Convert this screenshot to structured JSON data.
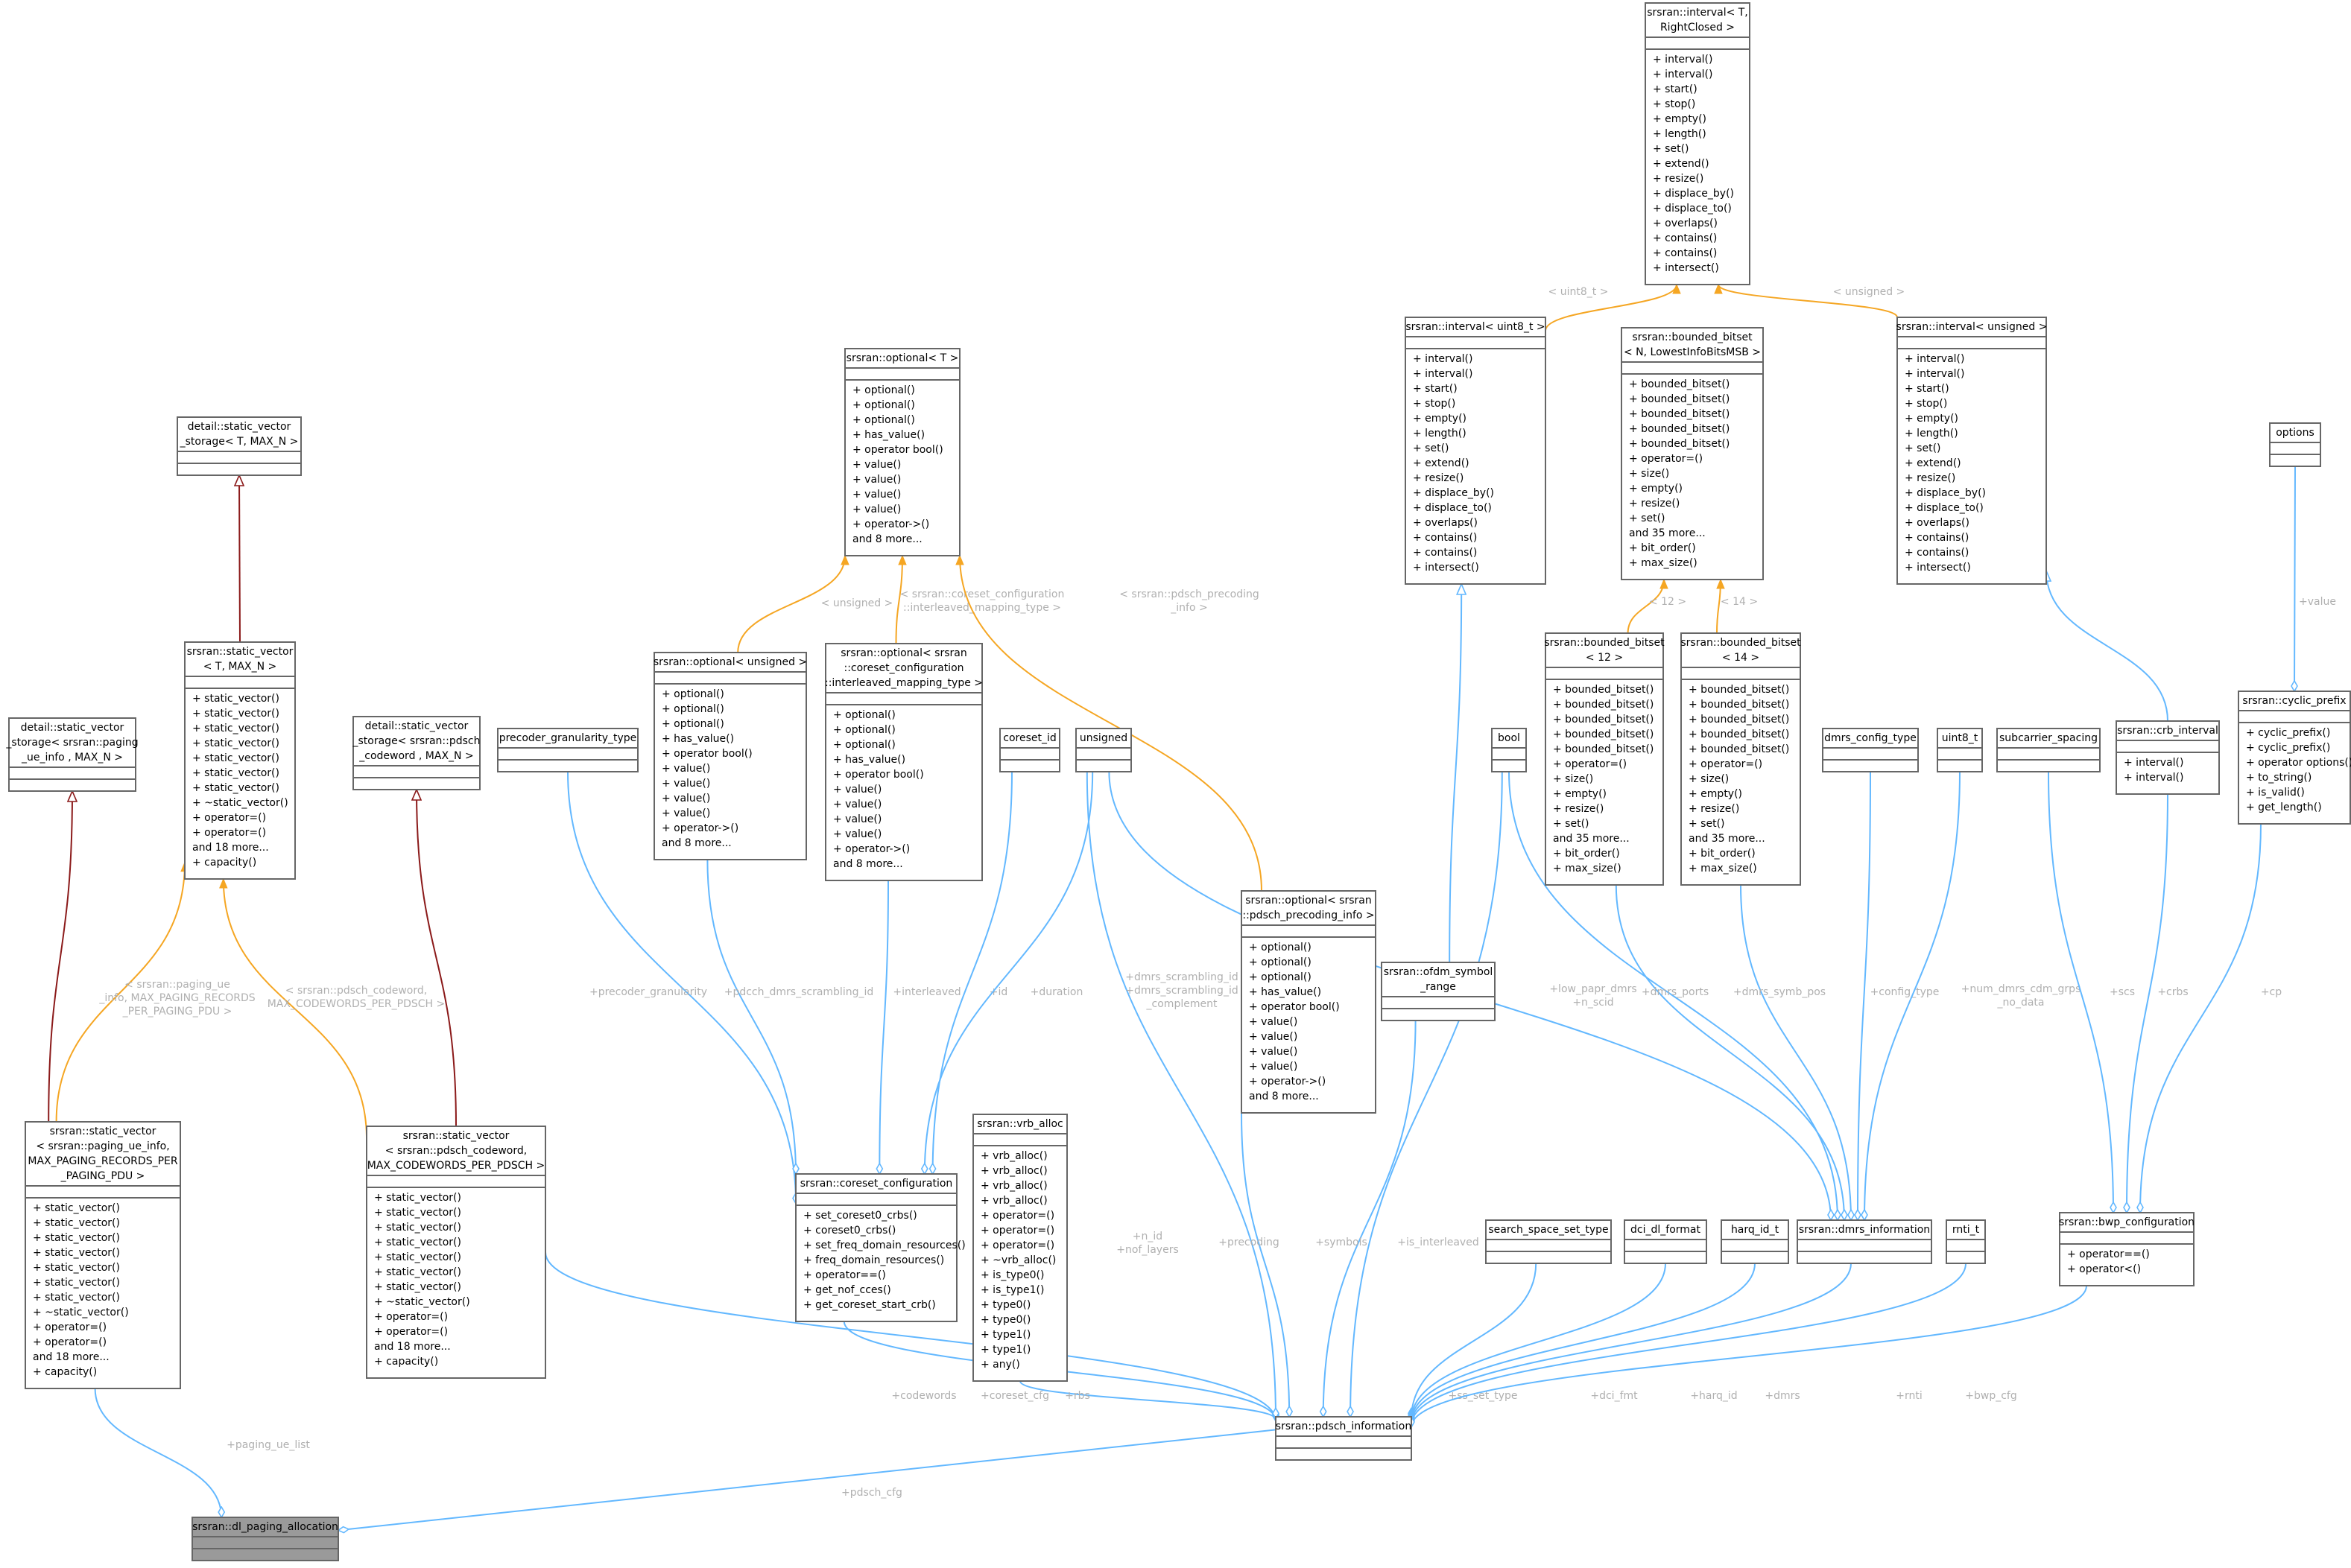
{
  "colors": {
    "association": "#63b8ff",
    "template": "#f5a623",
    "inheritance": "#8b1a1a",
    "label": "#b0b0b0",
    "focus_fill": "#9a9a9a"
  },
  "nodes": [
    {
      "id": "dl_paging",
      "title": [
        "srsran::dl_paging_allocation"
      ],
      "attrs": [],
      "methods": [],
      "focus": true
    },
    {
      "id": "pdsch_info",
      "title": [
        "srsran::pdsch_information"
      ],
      "attrs": [],
      "methods": []
    },
    {
      "id": "sv_paging",
      "title": [
        "srsran::static_vector",
        "< srsran::paging_ue_info,",
        " MAX_PAGING_RECORDS_PER",
        "_PAGING_PDU >"
      ],
      "attrs": [],
      "methods": [
        "+ static_vector()",
        "+ static_vector()",
        "+ static_vector()",
        "+ static_vector()",
        "+ static_vector()",
        "+ static_vector()",
        "+ static_vector()",
        "+ ~static_vector()",
        "+ operator=()",
        "+ operator=()",
        "and 18 more...",
        "+ capacity()"
      ]
    },
    {
      "id": "sv_storage_paging",
      "title": [
        "detail::static_vector",
        "_storage< srsran::paging",
        "_ue_info , MAX_N >"
      ],
      "attrs": [],
      "methods": []
    },
    {
      "id": "sv_T",
      "title": [
        "srsran::static_vector",
        "< T, MAX_N >"
      ],
      "attrs": [],
      "methods": [
        "+ static_vector()",
        "+ static_vector()",
        "+ static_vector()",
        "+ static_vector()",
        "+ static_vector()",
        "+ static_vector()",
        "+ static_vector()",
        "+ ~static_vector()",
        "+ operator=()",
        "+ operator=()",
        "and 18 more...",
        "+ capacity()"
      ]
    },
    {
      "id": "sv_storage_T",
      "title": [
        "detail::static_vector",
        "_storage< T, MAX_N >"
      ],
      "attrs": [],
      "methods": []
    },
    {
      "id": "sv_storage_cw",
      "title": [
        "detail::static_vector",
        "_storage< srsran::pdsch",
        "_codeword , MAX_N >"
      ],
      "attrs": [],
      "methods": []
    },
    {
      "id": "sv_cw",
      "title": [
        "srsran::static_vector",
        "< srsran::pdsch_codeword,",
        " MAX_CODEWORDS_PER_PDSCH >"
      ],
      "attrs": [],
      "methods": [
        "+ static_vector()",
        "+ static_vector()",
        "+ static_vector()",
        "+ static_vector()",
        "+ static_vector()",
        "+ static_vector()",
        "+ static_vector()",
        "+ ~static_vector()",
        "+ operator=()",
        "+ operator=()",
        "and 18 more...",
        "+ capacity()"
      ]
    },
    {
      "id": "precoder_gran",
      "title": [
        "precoder_granularity_type"
      ],
      "attrs": [],
      "methods": []
    },
    {
      "id": "opt_unsigned",
      "title": [
        "srsran::optional< unsigned >"
      ],
      "attrs": [],
      "methods": [
        "+ optional()",
        "+ optional()",
        "+ optional()",
        "+ has_value()",
        "+ operator bool()",
        "+ value()",
        "+ value()",
        "+ value()",
        "+ value()",
        "+ operator->()",
        "and 8 more..."
      ]
    },
    {
      "id": "opt_T",
      "title": [
        "srsran::optional< T >"
      ],
      "attrs": [],
      "methods": [
        "+ optional()",
        "+ optional()",
        "+ optional()",
        "+ has_value()",
        "+ operator bool()",
        "+ value()",
        "+ value()",
        "+ value()",
        "+ value()",
        "+ operator->()",
        "and 8 more..."
      ]
    },
    {
      "id": "opt_coreset",
      "title": [
        "srsran::optional< srsran",
        "::coreset_configuration",
        "::interleaved_mapping_type >"
      ],
      "attrs": [],
      "methods": [
        "+ optional()",
        "+ optional()",
        "+ optional()",
        "+ has_value()",
        "+ operator bool()",
        "+ value()",
        "+ value()",
        "+ value()",
        "+ value()",
        "+ operator->()",
        "and 8 more..."
      ]
    },
    {
      "id": "coreset_id",
      "title": [
        "coreset_id"
      ],
      "attrs": [],
      "methods": []
    },
    {
      "id": "unsigned",
      "title": [
        "unsigned"
      ],
      "attrs": [],
      "methods": []
    },
    {
      "id": "coreset_cfg",
      "title": [
        "srsran::coreset_configuration"
      ],
      "attrs": [],
      "methods": [
        "+ set_coreset0_crbs()",
        "+ coreset0_crbs()",
        "+ set_freq_domain_resources()",
        "+ freq_domain_resources()",
        "+ operator==()",
        "+ get_nof_cces()",
        "+ get_coreset_start_crb()"
      ]
    },
    {
      "id": "vrb_alloc",
      "title": [
        "srsran::vrb_alloc"
      ],
      "attrs": [],
      "methods": [
        "+ vrb_alloc()",
        "+ vrb_alloc()",
        "+ vrb_alloc()",
        "+ vrb_alloc()",
        "+ operator=()",
        "+ operator=()",
        "+ operator=()",
        "+ ~vrb_alloc()",
        "+ is_type0()",
        "+ is_type1()",
        "+ type0()",
        "+ type0()",
        "+ type1()",
        "+ type1()",
        "+ any()"
      ]
    },
    {
      "id": "opt_precoding",
      "title": [
        "srsran::optional< srsran",
        "::pdsch_precoding_info >"
      ],
      "attrs": [],
      "methods": [
        "+ optional()",
        "+ optional()",
        "+ optional()",
        "+ has_value()",
        "+ operator bool()",
        "+ value()",
        "+ value()",
        "+ value()",
        "+ value()",
        "+ operator->()",
        "and 8 more..."
      ]
    },
    {
      "id": "ofdm_range",
      "title": [
        "srsran::ofdm_symbol",
        "_range"
      ],
      "attrs": [],
      "methods": []
    },
    {
      "id": "interval_u8",
      "title": [
        "srsran::interval< uint8_t >"
      ],
      "attrs": [],
      "methods": [
        "+ interval()",
        "+ interval()",
        "+ start()",
        "+ stop()",
        "+ empty()",
        "+ length()",
        "+ set()",
        "+ extend()",
        "+ resize()",
        "+ displace_by()",
        "+ displace_to()",
        "+ overlaps()",
        "+ contains()",
        "+ contains()",
        "+ intersect()"
      ]
    },
    {
      "id": "interval_T",
      "title": [
        "srsran::interval< T,",
        "RightClosed >"
      ],
      "attrs": [],
      "methods": [
        "+ interval()",
        "+ interval()",
        "+ start()",
        "+ stop()",
        "+ empty()",
        "+ length()",
        "+ set()",
        "+ extend()",
        "+ resize()",
        "+ displace_by()",
        "+ displace_to()",
        "+ overlaps()",
        "+ contains()",
        "+ contains()",
        "+ intersect()"
      ]
    },
    {
      "id": "bitset_N",
      "title": [
        "srsran::bounded_bitset",
        "< N, LowestInfoBitsMSB >"
      ],
      "attrs": [],
      "methods": [
        "+ bounded_bitset()",
        "+ bounded_bitset()",
        "+ bounded_bitset()",
        "+ bounded_bitset()",
        "+ bounded_bitset()",
        "+ operator=()",
        "+ size()",
        "+ empty()",
        "+ resize()",
        "+ set()",
        "and 35 more...",
        "+ bit_order()",
        "+ max_size()"
      ]
    },
    {
      "id": "interval_unsigned",
      "title": [
        "srsran::interval< unsigned >"
      ],
      "attrs": [],
      "methods": [
        "+ interval()",
        "+ interval()",
        "+ start()",
        "+ stop()",
        "+ empty()",
        "+ length()",
        "+ set()",
        "+ extend()",
        "+ resize()",
        "+ displace_by()",
        "+ displace_to()",
        "+ overlaps()",
        "+ contains()",
        "+ contains()",
        "+ intersect()"
      ]
    },
    {
      "id": "bool",
      "title": [
        "bool"
      ],
      "attrs": [],
      "methods": []
    },
    {
      "id": "bitset_12",
      "title": [
        "srsran::bounded_bitset",
        "< 12 >"
      ],
      "attrs": [],
      "methods": [
        "+ bounded_bitset()",
        "+ bounded_bitset()",
        "+ bounded_bitset()",
        "+ bounded_bitset()",
        "+ bounded_bitset()",
        "+ operator=()",
        "+ size()",
        "+ empty()",
        "+ resize()",
        "+ set()",
        "and 35 more...",
        "+ bit_order()",
        "+ max_size()"
      ]
    },
    {
      "id": "bitset_14",
      "title": [
        "srsran::bounded_bitset",
        "< 14 >"
      ],
      "attrs": [],
      "methods": [
        "+ bounded_bitset()",
        "+ bounded_bitset()",
        "+ bounded_bitset()",
        "+ bounded_bitset()",
        "+ bounded_bitset()",
        "+ operator=()",
        "+ size()",
        "+ empty()",
        "+ resize()",
        "+ set()",
        "and 35 more...",
        "+ bit_order()",
        "+ max_size()"
      ]
    },
    {
      "id": "dmrs_cfg_type",
      "title": [
        "dmrs_config_type"
      ],
      "attrs": [],
      "methods": []
    },
    {
      "id": "uint8",
      "title": [
        "uint8_t"
      ],
      "attrs": [],
      "methods": []
    },
    {
      "id": "scs",
      "title": [
        "subcarrier_spacing"
      ],
      "attrs": [],
      "methods": []
    },
    {
      "id": "crb_interval",
      "title": [
        "srsran::crb_interval"
      ],
      "attrs": [],
      "methods": [
        "+ interval()",
        "+ interval()"
      ]
    },
    {
      "id": "options",
      "title": [
        "options"
      ],
      "attrs": [],
      "methods": []
    },
    {
      "id": "cyclic_prefix",
      "title": [
        "srsran::cyclic_prefix"
      ],
      "attrs": [],
      "methods": [
        "+ cyclic_prefix()",
        "+ cyclic_prefix()",
        "+ operator options()",
        "+ to_string()",
        "+ is_valid()",
        "+ get_length()"
      ]
    },
    {
      "id": "search_space",
      "title": [
        "search_space_set_type"
      ],
      "attrs": [],
      "methods": []
    },
    {
      "id": "dci_fmt",
      "title": [
        "dci_dl_format"
      ],
      "attrs": [],
      "methods": []
    },
    {
      "id": "harq",
      "title": [
        "harq_id_t"
      ],
      "attrs": [],
      "methods": []
    },
    {
      "id": "dmrs_info",
      "title": [
        "srsran::dmrs_information"
      ],
      "attrs": [],
      "methods": []
    },
    {
      "id": "rnti",
      "title": [
        "rnti_t"
      ],
      "attrs": [],
      "methods": []
    },
    {
      "id": "bwp_cfg",
      "title": [
        "srsran::bwp_configuration"
      ],
      "attrs": [],
      "methods": [
        "+ operator==()",
        "+ operator<()"
      ]
    }
  ],
  "edges": [
    {
      "id": "e_pdsch_cfg",
      "kind": "assoc",
      "from": "pdsch_info",
      "to": "dl_paging",
      "label": [
        "+pdsch_cfg"
      ]
    },
    {
      "id": "e_paging_list",
      "kind": "assoc",
      "from": "sv_paging",
      "to": "dl_paging",
      "label": [
        "+paging_ue_list"
      ]
    },
    {
      "id": "e_inh_paging",
      "kind": "inherit",
      "from": "sv_paging",
      "to": "sv_storage_paging",
      "label": []
    },
    {
      "id": "e_tmpl_paging",
      "kind": "templ",
      "from": "sv_paging",
      "to": "sv_T",
      "label": [
        "< srsran::paging_ue",
        "_info, MAX_PAGING_RECORDS",
        "_PER_PAGING_PDU >"
      ]
    },
    {
      "id": "e_inh_T",
      "kind": "inherit",
      "from": "sv_T",
      "to": "sv_storage_T",
      "label": []
    },
    {
      "id": "e_tmpl_cw",
      "kind": "templ",
      "from": "sv_cw",
      "to": "sv_T",
      "label": [
        "< srsran::pdsch_codeword,",
        "MAX_CODEWORDS_PER_PDSCH >"
      ]
    },
    {
      "id": "e_inh_cw",
      "kind": "inherit",
      "from": "sv_cw",
      "to": "sv_storage_cw",
      "label": []
    },
    {
      "id": "e_codewords",
      "kind": "assoc",
      "from": "sv_cw",
      "to": "pdsch_info",
      "label": [
        "+codewords"
      ]
    },
    {
      "id": "e_precoder",
      "kind": "assoc",
      "from": "precoder_gran",
      "to": "coreset_cfg",
      "label": [
        "+precoder_granularity"
      ]
    },
    {
      "id": "e_scram",
      "kind": "assoc",
      "from": "opt_unsigned",
      "to": "coreset_cfg",
      "label": [
        "+pdcch_dmrs_scrambling_id"
      ]
    },
    {
      "id": "e_interleaved",
      "kind": "assoc",
      "from": "opt_coreset",
      "to": "coreset_cfg",
      "label": [
        "+interleaved"
      ]
    },
    {
      "id": "e_id",
      "kind": "assoc",
      "from": "coreset_id",
      "to": "coreset_cfg",
      "label": [
        "+id"
      ]
    },
    {
      "id": "e_duration",
      "kind": "assoc",
      "from": "unsigned",
      "to": "coreset_cfg",
      "label": [
        "+duration"
      ]
    },
    {
      "id": "e_tmpl_opt_u",
      "kind": "templ",
      "from": "opt_unsigned",
      "to": "opt_T",
      "label": [
        "< unsigned >"
      ]
    },
    {
      "id": "e_tmpl_opt_c",
      "kind": "templ",
      "from": "opt_coreset",
      "to": "opt_T",
      "label": [
        "< srsran::coreset_configuration",
        "::interleaved_mapping_type >"
      ]
    },
    {
      "id": "e_tmpl_opt_p",
      "kind": "templ",
      "from": "opt_precoding",
      "to": "opt_T",
      "label": [
        "< srsran::pdsch_precoding",
        "_info >"
      ]
    },
    {
      "id": "e_coreset_cfg",
      "kind": "assoc",
      "from": "coreset_cfg",
      "to": "pdsch_info",
      "label": [
        "+coreset_cfg"
      ]
    },
    {
      "id": "e_rbs",
      "kind": "assoc",
      "from": "vrb_alloc",
      "to": "pdsch_info",
      "label": [
        "+rbs"
      ]
    },
    {
      "id": "e_nid",
      "kind": "assoc",
      "from": "unsigned",
      "to": "pdsch_info",
      "label": [
        "+n_id",
        "+nof_layers"
      ]
    },
    {
      "id": "e_dmrs_scram",
      "kind": "assoc",
      "from": "unsigned",
      "to": "dmrs_info",
      "label": [
        "+dmrs_scrambling_id",
        "+dmrs_scrambling_id",
        "_complement"
      ]
    },
    {
      "id": "e_precoding",
      "kind": "assoc",
      "from": "opt_precoding",
      "to": "pdsch_info",
      "label": [
        "+precoding"
      ]
    },
    {
      "id": "e_symbols",
      "kind": "assoc",
      "from": "ofdm_range",
      "to": "pdsch_info",
      "label": [
        "+symbols"
      ]
    },
    {
      "id": "e_ofdm_inh",
      "kind": "assoc",
      "from": "ofdm_range",
      "to": "interval_u8",
      "label": []
    },
    {
      "id": "e_is_interleaved",
      "kind": "assoc",
      "from": "bool",
      "to": "pdsch_info",
      "label": [
        "+is_interleaved"
      ]
    },
    {
      "id": "e_tmpl_u8",
      "kind": "templ",
      "from": "interval_u8",
      "to": "interval_T",
      "label": [
        "< uint8_t >"
      ]
    },
    {
      "id": "e_tmpl_uns",
      "kind": "templ",
      "from": "interval_unsigned",
      "to": "interval_T",
      "label": [
        "< unsigned >"
      ]
    },
    {
      "id": "e_tmpl_12",
      "kind": "templ",
      "from": "bitset_12",
      "to": "bitset_N",
      "label": [
        "< 12 >"
      ]
    },
    {
      "id": "e_tmpl_14",
      "kind": "templ",
      "from": "bitset_14",
      "to": "bitset_N",
      "label": [
        "< 14 >"
      ]
    },
    {
      "id": "e_low_papr",
      "kind": "assoc",
      "from": "bool",
      "to": "dmrs_info",
      "label": [
        "+low_papr_dmrs",
        "+n_scid"
      ]
    },
    {
      "id": "e_dmrs_ports",
      "kind": "assoc",
      "from": "bitset_12",
      "to": "dmrs_info",
      "label": [
        "+dmrs_ports"
      ]
    },
    {
      "id": "e_dmrs_symb",
      "kind": "assoc",
      "from": "bitset_14",
      "to": "dmrs_info",
      "label": [
        "+dmrs_symb_pos"
      ]
    },
    {
      "id": "e_config_type",
      "kind": "assoc",
      "from": "dmrs_cfg_type",
      "to": "dmrs_info",
      "label": [
        "+config_type"
      ]
    },
    {
      "id": "e_num_dmrs",
      "kind": "assoc",
      "from": "uint8",
      "to": "dmrs_info",
      "label": [
        "+num_dmrs_cdm_grps",
        "_no_data"
      ]
    },
    {
      "id": "e_crb_inh",
      "kind": "assoc",
      "from": "crb_interval",
      "to": "interval_unsigned",
      "label": []
    },
    {
      "id": "e_scs",
      "kind": "assoc",
      "from": "scs",
      "to": "bwp_cfg",
      "label": [
        "+scs"
      ]
    },
    {
      "id": "e_crbs",
      "kind": "assoc",
      "from": "crb_interval",
      "to": "bwp_cfg",
      "label": [
        "+crbs"
      ]
    },
    {
      "id": "e_cp",
      "kind": "assoc",
      "from": "cyclic_prefix",
      "to": "bwp_cfg",
      "label": [
        "+cp"
      ]
    },
    {
      "id": "e_value",
      "kind": "assoc",
      "from": "options",
      "to": "cyclic_prefix",
      "label": [
        "+value"
      ]
    },
    {
      "id": "e_ss_type",
      "kind": "assoc",
      "from": "search_space",
      "to": "pdsch_info",
      "label": [
        "+ss_set_type"
      ]
    },
    {
      "id": "e_dci_fmt",
      "kind": "assoc",
      "from": "dci_fmt",
      "to": "pdsch_info",
      "label": [
        "+dci_fmt"
      ]
    },
    {
      "id": "e_harq",
      "kind": "assoc",
      "from": "harq",
      "to": "pdsch_info",
      "label": [
        "+harq_id"
      ]
    },
    {
      "id": "e_dmrs",
      "kind": "assoc",
      "from": "dmrs_info",
      "to": "pdsch_info",
      "label": [
        "+dmrs"
      ]
    },
    {
      "id": "e_rnti",
      "kind": "assoc",
      "from": "rnti",
      "to": "pdsch_info",
      "label": [
        "+rnti"
      ]
    },
    {
      "id": "e_bwp",
      "kind": "assoc",
      "from": "bwp_cfg",
      "to": "pdsch_info",
      "label": [
        "+bwp_cfg"
      ]
    }
  ]
}
